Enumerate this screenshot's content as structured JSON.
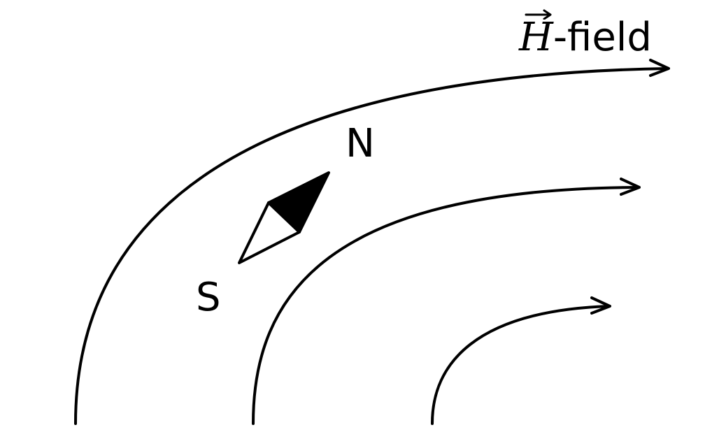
{
  "labels": {
    "field_symbol": "H",
    "field_suffix": "-field",
    "north": "N",
    "south": "S"
  },
  "colors": {
    "line": "#000000",
    "needle_north_fill": "#000000",
    "needle_south_fill": "#ffffff",
    "background": "#ffffff"
  },
  "icons": {
    "field_vector_arrow": "vector-arrow-icon",
    "compass": "compass-needle-icon"
  }
}
